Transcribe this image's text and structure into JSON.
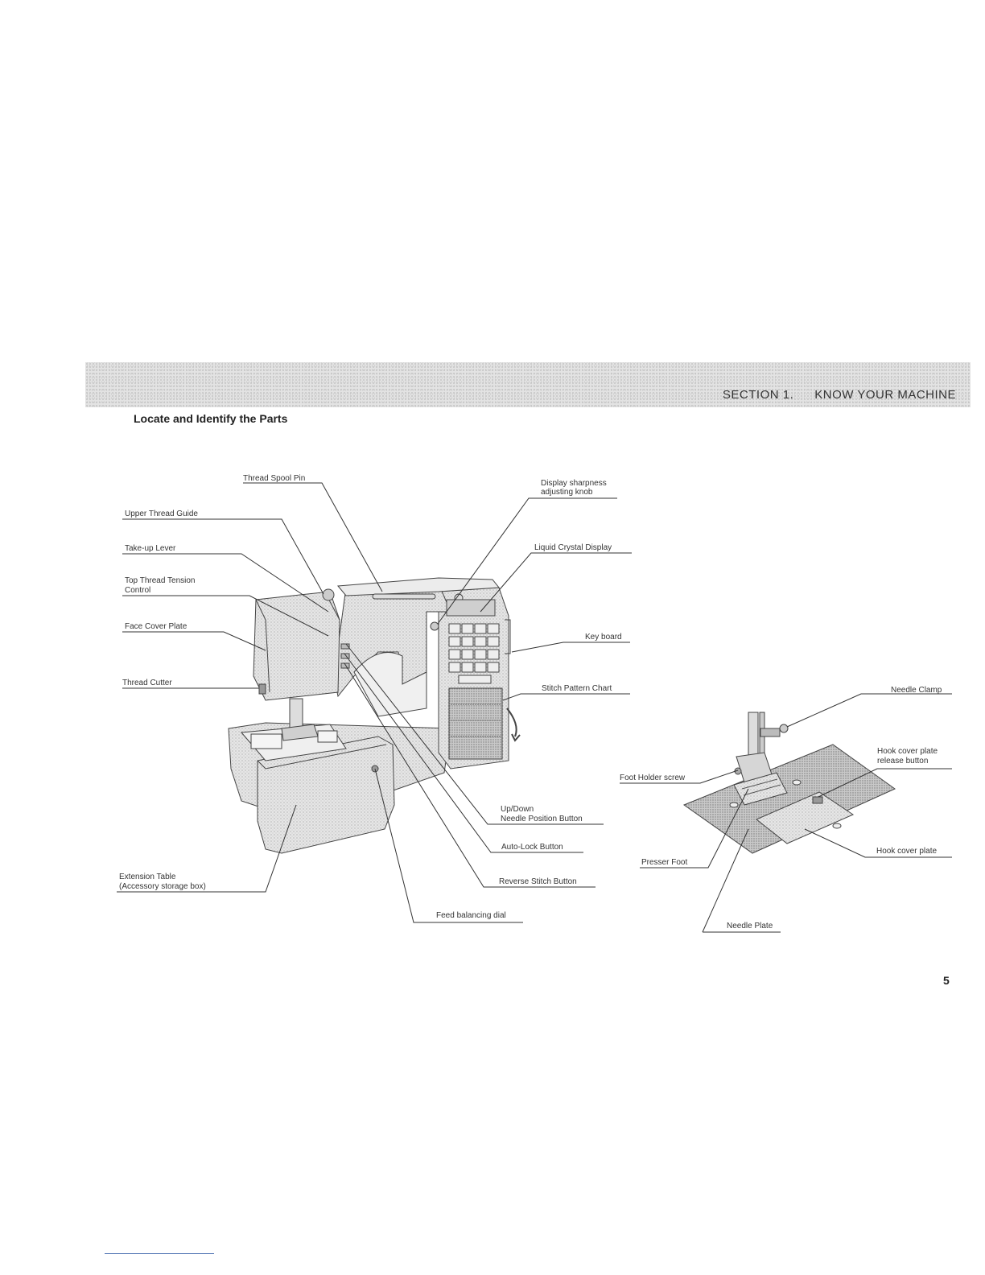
{
  "header": {
    "section_number": "SECTION 1.",
    "section_title": "KNOW YOUR MACHINE"
  },
  "page_heading": "Locate and Identify the Parts",
  "machine_labels": {
    "thread_spool_pin": "Thread Spool Pin",
    "upper_thread_guide": "Upper Thread Guide",
    "take_up_lever": "Take-up Lever",
    "top_thread_tension_1": "Top Thread Tension",
    "top_thread_tension_2": "Control",
    "face_cover_plate": "Face Cover Plate",
    "thread_cutter": "Thread Cutter",
    "extension_table_1": "Extension Table",
    "extension_table_2": "(Accessory storage box)",
    "display_sharpness_1": "Display sharpness",
    "display_sharpness_2": "adjusting knob",
    "liquid_crystal_display": "Liquid Crystal Display",
    "key_board": "Key board",
    "stitch_pattern_chart": "Stitch Pattern Chart",
    "up_down_1": "Up/Down",
    "up_down_2": "Needle Position Button",
    "auto_lock": "Auto-Lock Button",
    "reverse_stitch": "Reverse Stitch Button",
    "feed_balancing": "Feed balancing dial"
  },
  "detail_labels": {
    "needle_clamp": "Needle Clamp",
    "hook_cover_release_1": "Hook cover plate",
    "hook_cover_release_2": "release button",
    "foot_holder_screw": "Foot Holder screw",
    "hook_cover_plate": "Hook cover plate",
    "presser_foot": "Presser Foot",
    "needle_plate": "Needle Plate"
  },
  "page_number": "5"
}
